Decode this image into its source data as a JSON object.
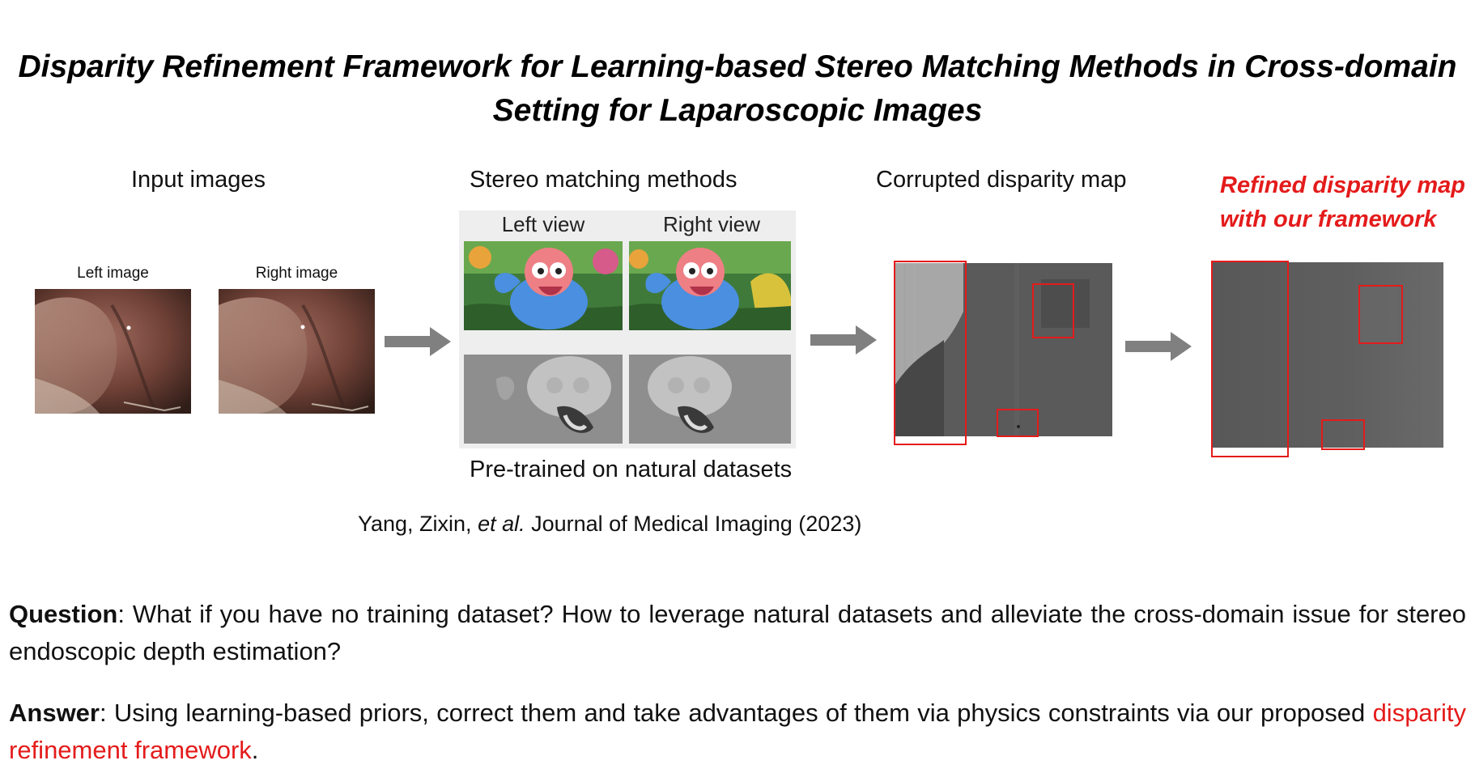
{
  "title": "Disparity Refinement Framework for Learning-based Stereo Matching Methods in Cross-domain Setting for Laparoscopic Images",
  "sections": {
    "input": "Input images",
    "stereo": "Stereo matching methods",
    "corrupted": "Corrupted disparity map",
    "refined": "Refined disparity map with our framework"
  },
  "input_images": {
    "left_label": "Left image",
    "right_label": "Right image"
  },
  "stereo_panel": {
    "left_view": "Left view",
    "right_view": "Right view",
    "caption": "Pre-trained on natural datasets"
  },
  "citation": {
    "authors": "Yang, Zixin, ",
    "etal": "et al.",
    "venue": " Journal of Medical Imaging (2023)"
  },
  "question": {
    "label": "Question",
    "text": ": What if you have no training dataset? How to leverage natural datasets and alleviate the cross-domain issue for stereo endoscopic depth estimation?"
  },
  "answer": {
    "label": "Answer",
    "text": ": Using learning-based priors, correct them and take advantages of them via physics constraints via our proposed ",
    "highlight": "disparity refinement framework",
    "end": "."
  },
  "colors": {
    "accent_red": "#e41b1b",
    "arrow_gray": "#808080"
  },
  "icons": [
    "arrow-right-icon"
  ]
}
